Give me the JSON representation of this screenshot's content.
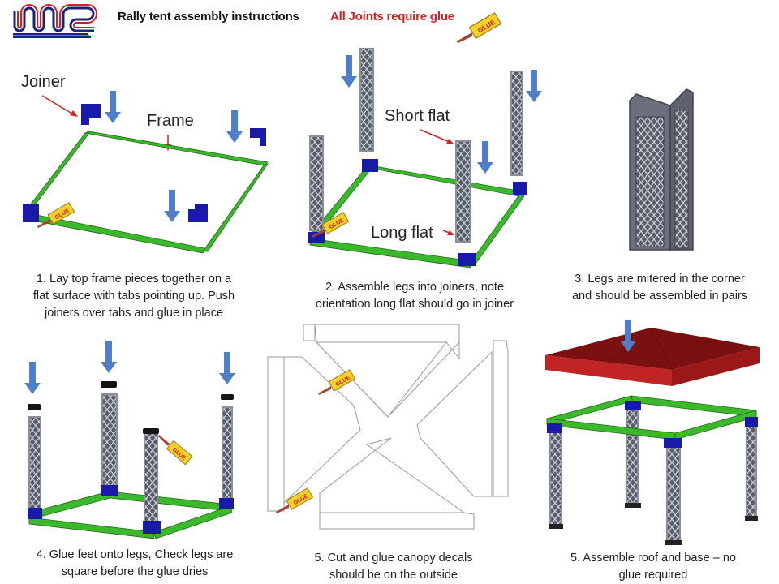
{
  "header": {
    "logo_text": "WSP",
    "title": "Rally tent assembly instructions",
    "warning": "All Joints require glue",
    "glue_icon_label": "GLUE"
  },
  "colors": {
    "frame_green": "#3cb82c",
    "joiner_blue": "#1a1aa8",
    "arrow_blue": "#4f7fc8",
    "leg_grey": "#8a8e99",
    "roof_red": "#a21b1b",
    "callout_red": "#d42020",
    "warning_red": "#d42020"
  },
  "step1": {
    "labels": {
      "joiner": "Joiner",
      "frame": "Frame"
    },
    "caption": [
      "1. Lay top frame pieces together on a",
      "flat surface with tabs pointing up. Push",
      "joiners over tabs and glue in place"
    ]
  },
  "step2": {
    "labels": {
      "short_flat": "Short flat",
      "long_flat": "Long flat"
    },
    "caption": [
      "2. Assemble legs into joiners, note",
      "orientation long flat should go in joiner"
    ]
  },
  "step3": {
    "caption": [
      "3. Legs are mitered in the corner",
      "and should be assembled in pairs"
    ]
  },
  "step4": {
    "caption": [
      "4. Glue feet onto legs, Check legs are",
      "square before the glue dries"
    ]
  },
  "step5a": {
    "caption": [
      "5. Cut and glue  canopy decals",
      "should be on the outside"
    ]
  },
  "step5b": {
    "caption": [
      "5. Assemble roof and base – no",
      "glue required"
    ]
  }
}
